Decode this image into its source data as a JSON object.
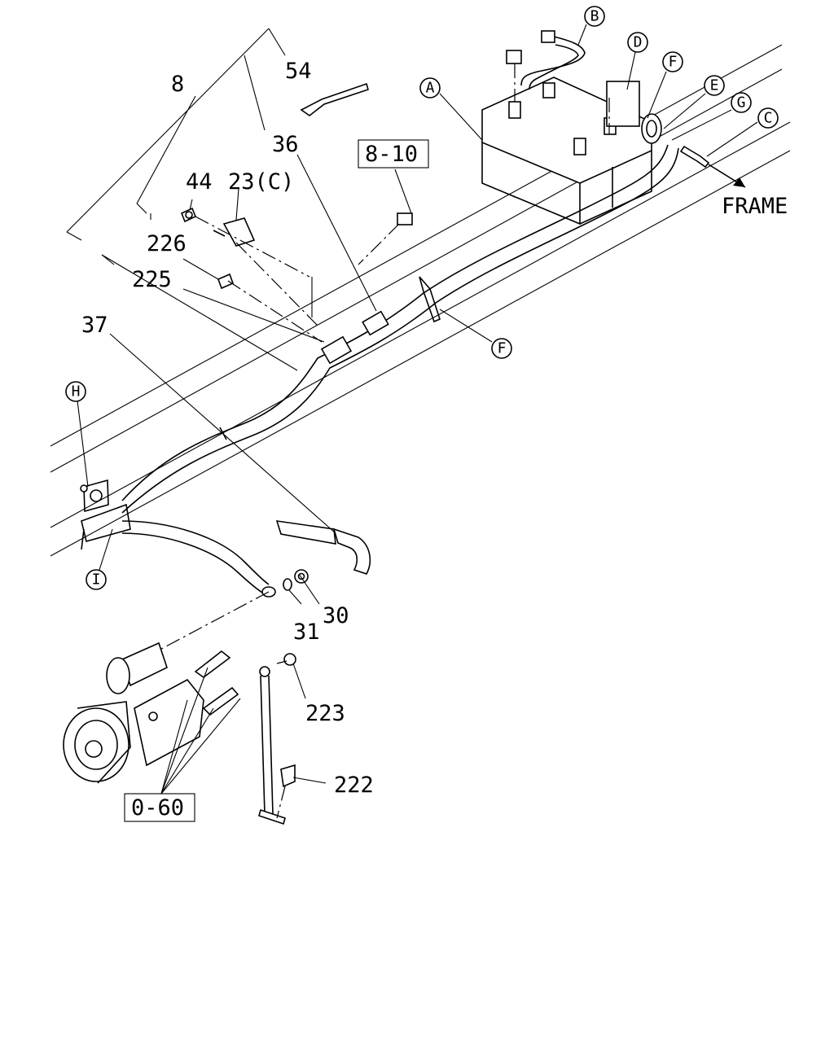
{
  "callouts": {
    "n8": "8",
    "n54": "54",
    "n36": "36",
    "n44": "44",
    "n23c": "23(C)",
    "n226": "226",
    "n225": "225",
    "n37": "37",
    "n30": "30",
    "n31": "31",
    "n223": "223",
    "n222": "222",
    "ref_8_10": "8-10",
    "ref_0_60": "0-60",
    "frame": "FRAME"
  },
  "circles": {
    "A": "A",
    "B": "B",
    "C": "C",
    "D": "D",
    "E": "E",
    "F1": "F",
    "F2": "F",
    "G": "G",
    "H": "H",
    "I": "I"
  }
}
